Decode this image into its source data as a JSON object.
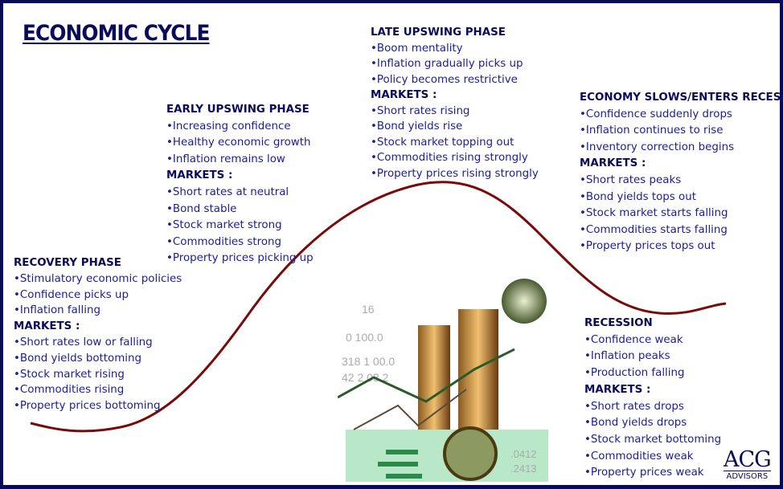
{
  "title": "ECONOMIC CYCLE",
  "colors": {
    "border": "#0a0a5a",
    "text": "#1c1c9a",
    "curve": "#7a0a0a"
  },
  "phases": [
    {
      "id": "recovery",
      "heading": "RECOVERY PHASE",
      "bullets": [
        "•Stimulatory economic policies",
        "•Confidence picks up",
        "•Inflation falling"
      ],
      "markets_label": "MARKETS :",
      "markets": [
        "•Short rates low or falling",
        "•Bond yields bottoming",
        "•Stock market rising",
        "•Commodities rising",
        "•Property prices bottoming"
      ]
    },
    {
      "id": "early-upswing",
      "heading": "EARLY UPSWING PHASE",
      "bullets": [
        "•Increasing confidence",
        "•Healthy economic growth",
        "•Inflation remains low"
      ],
      "markets_label": "MARKETS :",
      "markets": [
        "•Short rates at neutral",
        "•Bond stable",
        "•Stock market strong",
        "•Commodities strong",
        "•Property prices picking up"
      ]
    },
    {
      "id": "late-upswing",
      "heading": "LATE UPSWING PHASE",
      "bullets": [
        "•Boom mentality",
        "•Inflation gradually picks up",
        "•Policy becomes restrictive"
      ],
      "markets_label": "MARKETS :",
      "markets": [
        "•Short rates rising",
        "•Bond yields rise",
        "•Stock market topping out",
        "•Commodities rising strongly",
        "•Property prices rising strongly"
      ]
    },
    {
      "id": "slowdown",
      "heading": "ECONOMY SLOWS/ENTERS RECESSION",
      "bullets": [
        "•Confidence suddenly drops",
        "•Inflation continues to rise",
        "•Inventory correction begins"
      ],
      "markets_label": "MARKETS :",
      "markets": [
        "•Short rates peaks",
        "•Bond yields tops out",
        "•Stock market starts falling",
        "•Commodities starts falling",
        "•Property prices tops out"
      ]
    },
    {
      "id": "recession",
      "heading": "RECESSION",
      "bullets": [
        "•Confidence weak",
        "•Inflation peaks",
        "•Production falling"
      ],
      "markets_label": "MARKETS :",
      "markets": [
        "•Short rates drops",
        "•Bond yields drops",
        "•Stock market bottoming",
        "•Commodities weak",
        "•Property prices weak"
      ]
    }
  ],
  "logo": {
    "name": "ACG",
    "sub": "ADVISORS"
  }
}
